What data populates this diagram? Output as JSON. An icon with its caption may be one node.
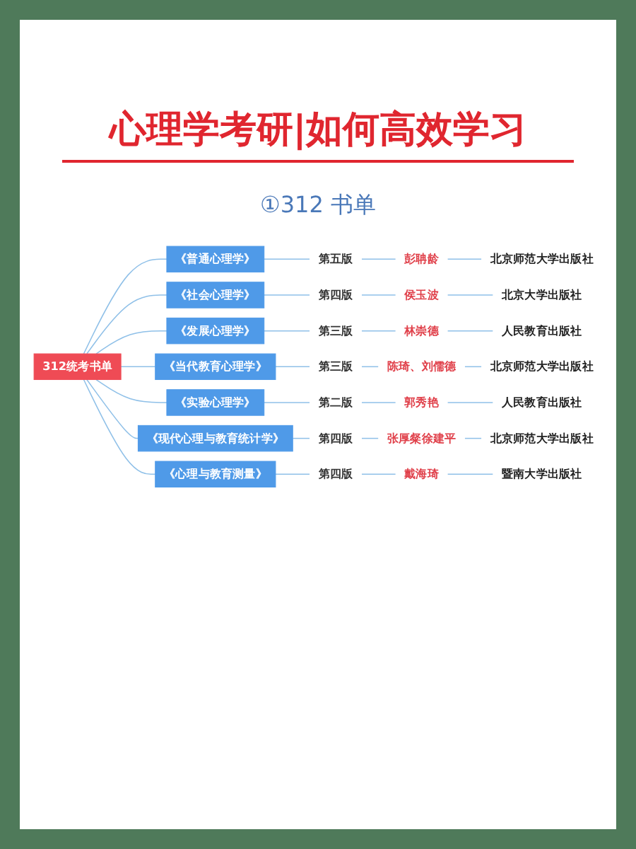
{
  "diagram": {
    "title": "心理学考研|如何高效学习",
    "nodes": [
      {
        "text": [
          "312统考书单"
        ]
      },
      {
        "text": [
          "《普通心理学》"
        ]
      },
      {
        "text": [
          "第五版"
        ]
      },
      {
        "text": [
          "彭聃龄"
        ]
      },
      {
        "text": [
          "北京师范大学出版社"
        ]
      },
      {
        "text": [
          "《社会心理学》"
        ]
      },
      {
        "text": [
          "第四版"
        ]
      },
      {
        "text": [
          "侯玉波"
        ]
      },
      {
        "text": [
          "北京大学出版社"
        ]
      },
      {
        "text": [
          "《发展心理学》"
        ]
      },
      {
        "text": [
          "第三版"
        ]
      },
      {
        "text": [
          "林崇德"
        ]
      },
      {
        "text": [
          "人民教育出版社"
        ]
      },
      {
        "text": [
          "《当代教育心理学》"
        ]
      },
      {
        "text": [
          "第三版"
        ]
      },
      {
        "text": [
          "陈琦、刘儒德"
        ]
      },
      {
        "text": [
          "北京师范大学出版社"
        ]
      },
      {
        "text": [
          "《实验心理学》"
        ]
      },
      {
        "text": [
          "第二版"
        ]
      },
      {
        "text": [
          "郭秀艳"
        ]
      },
      {
        "text": [
          "人民教育出版社"
        ]
      },
      {
        "text": [
          "《现代心理与教育统计学》"
        ]
      },
      {
        "text": [
          "第四版"
        ]
      },
      {
        "text": [
          "张厚粲徐建平"
        ]
      },
      {
        "text": [
          "北京师范大学出版社"
        ]
      },
      {
        "text": [
          "《心理与教育测量》"
        ]
      },
      {
        "text": [
          "第四版"
        ]
      },
      {
        "text": [
          "戴海琦"
        ]
      },
      {
        "text": [
          "暨南大学出版社"
        ]
      }
    ],
    "edges": [
      {
        "from": 0,
        "to": 1,
        "arrow": "none"
      },
      {
        "from": 1,
        "to": 2,
        "arrow": "none"
      },
      {
        "from": 2,
        "to": 3,
        "arrow": "none"
      },
      {
        "from": 3,
        "to": 4,
        "arrow": "none"
      },
      {
        "from": 0,
        "to": 5,
        "arrow": "none"
      },
      {
        "from": 5,
        "to": 6,
        "arrow": "none"
      },
      {
        "from": 6,
        "to": 7,
        "arrow": "none"
      },
      {
        "from": 7,
        "to": 8,
        "arrow": "none"
      },
      {
        "from": 0,
        "to": 9,
        "arrow": "none"
      },
      {
        "from": 9,
        "to": 10,
        "arrow": "none"
      },
      {
        "from": 10,
        "to": 11,
        "arrow": "none"
      },
      {
        "from": 11,
        "to": 12,
        "arrow": "none"
      },
      {
        "from": 0,
        "to": 13,
        "arrow": "none"
      },
      {
        "from": 13,
        "to": 14,
        "arrow": "none"
      },
      {
        "from": 14,
        "to": 15,
        "arrow": "none"
      },
      {
        "from": 15,
        "to": 16,
        "arrow": "none"
      },
      {
        "from": 0,
        "to": 17,
        "arrow": "none"
      },
      {
        "from": 17,
        "to": 18,
        "arrow": "none"
      },
      {
        "from": 18,
        "to": 19,
        "arrow": "none"
      },
      {
        "from": 19,
        "to": 20,
        "arrow": "none"
      },
      {
        "from": 0,
        "to": 21,
        "arrow": "none"
      },
      {
        "from": 21,
        "to": 22,
        "arrow": "none"
      },
      {
        "from": 22,
        "to": 23,
        "arrow": "none"
      },
      {
        "from": 23,
        "to": 24,
        "arrow": "none"
      },
      {
        "from": 0,
        "to": 25,
        "arrow": "none"
      },
      {
        "from": 25,
        "to": 26,
        "arrow": "none"
      },
      {
        "from": 26,
        "to": 27,
        "arrow": "none"
      },
      {
        "from": 27,
        "to": 28,
        "arrow": "none"
      }
    ],
    "labels": [
      "①312 书单"
    ]
  }
}
